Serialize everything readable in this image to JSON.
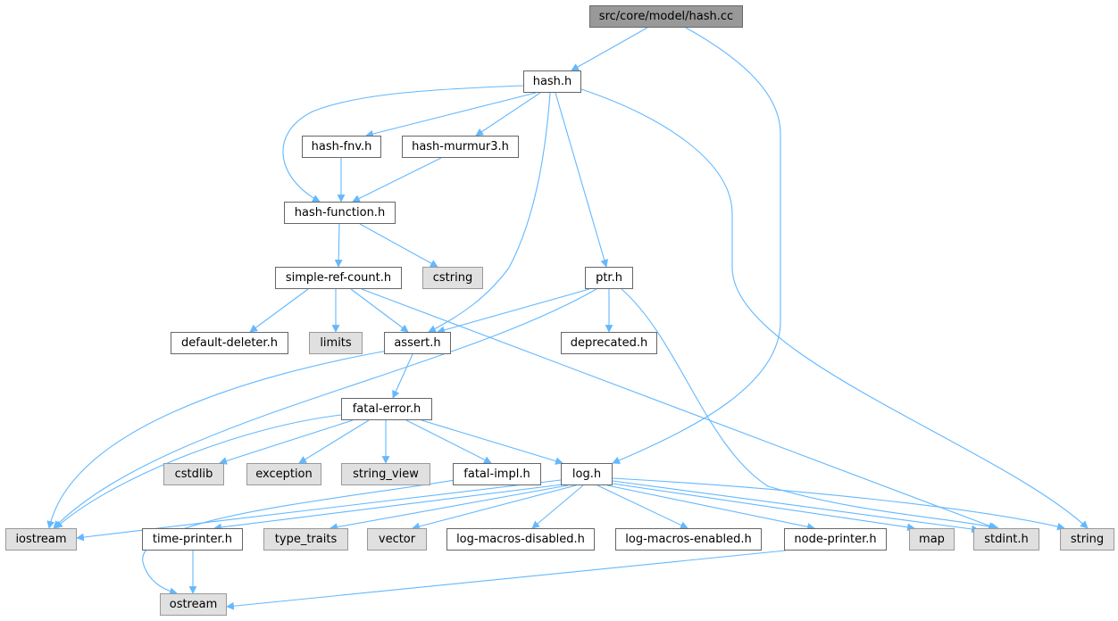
{
  "nodes": {
    "root": "src/core/model/hash.cc",
    "hash": "hash.h",
    "hash_fnv": "hash-fnv.h",
    "hash_murmur3": "hash-murmur3.h",
    "hash_function": "hash-function.h",
    "cstring": "cstring",
    "simple_ref_count": "simple-ref-count.h",
    "ptr": "ptr.h",
    "default_deleter": "default-deleter.h",
    "limits": "limits",
    "assert": "assert.h",
    "deprecated": "deprecated.h",
    "fatal_error": "fatal-error.h",
    "cstdlib": "cstdlib",
    "exception": "exception",
    "string_view": "string_view",
    "fatal_impl": "fatal-impl.h",
    "log": "log.h",
    "iostream": "iostream",
    "time_printer": "time-printer.h",
    "type_traits": "type_traits",
    "vector": "vector",
    "log_macros_disabled": "log-macros-disabled.h",
    "log_macros_enabled": "log-macros-enabled.h",
    "node_printer": "node-printer.h",
    "map": "map",
    "stdint": "stdint.h",
    "string": "string",
    "ostream": "ostream"
  },
  "system_headers": [
    "cstring",
    "limits",
    "cstdlib",
    "exception",
    "string_view",
    "iostream",
    "type_traits",
    "vector",
    "map",
    "stdint",
    "string",
    "ostream"
  ],
  "edges": [
    [
      "root",
      "hash"
    ],
    [
      "root",
      "log"
    ],
    [
      "hash",
      "hash_fnv"
    ],
    [
      "hash",
      "hash_murmur3"
    ],
    [
      "hash",
      "hash_function"
    ],
    [
      "hash",
      "assert"
    ],
    [
      "hash",
      "ptr"
    ],
    [
      "hash",
      "string"
    ],
    [
      "hash_fnv",
      "hash_function"
    ],
    [
      "hash_murmur3",
      "hash_function"
    ],
    [
      "hash_function",
      "simple_ref_count"
    ],
    [
      "hash_function",
      "cstring"
    ],
    [
      "simple_ref_count",
      "default_deleter"
    ],
    [
      "simple_ref_count",
      "limits"
    ],
    [
      "simple_ref_count",
      "assert"
    ],
    [
      "simple_ref_count",
      "stdint"
    ],
    [
      "ptr",
      "assert"
    ],
    [
      "ptr",
      "iostream"
    ],
    [
      "ptr",
      "deprecated"
    ],
    [
      "ptr",
      "stdint"
    ],
    [
      "assert",
      "fatal_error"
    ],
    [
      "assert",
      "iostream"
    ],
    [
      "fatal_error",
      "iostream"
    ],
    [
      "fatal_error",
      "cstdlib"
    ],
    [
      "fatal_error",
      "exception"
    ],
    [
      "fatal_error",
      "string_view"
    ],
    [
      "fatal_error",
      "fatal_impl"
    ],
    [
      "fatal_error",
      "log"
    ],
    [
      "fatal_impl",
      "ostream"
    ],
    [
      "log",
      "iostream"
    ],
    [
      "log",
      "time_printer"
    ],
    [
      "log",
      "type_traits"
    ],
    [
      "log",
      "vector"
    ],
    [
      "log",
      "log_macros_disabled"
    ],
    [
      "log",
      "log_macros_enabled"
    ],
    [
      "log",
      "node_printer"
    ],
    [
      "log",
      "map"
    ],
    [
      "log",
      "stdint"
    ],
    [
      "log",
      "string"
    ],
    [
      "time_printer",
      "ostream"
    ],
    [
      "node_printer",
      "ostream"
    ]
  ],
  "colors": {
    "edge": "#63b8ff",
    "node_border": "#666666",
    "system_fill": "#e0e0e0",
    "root_fill": "#999999"
  }
}
